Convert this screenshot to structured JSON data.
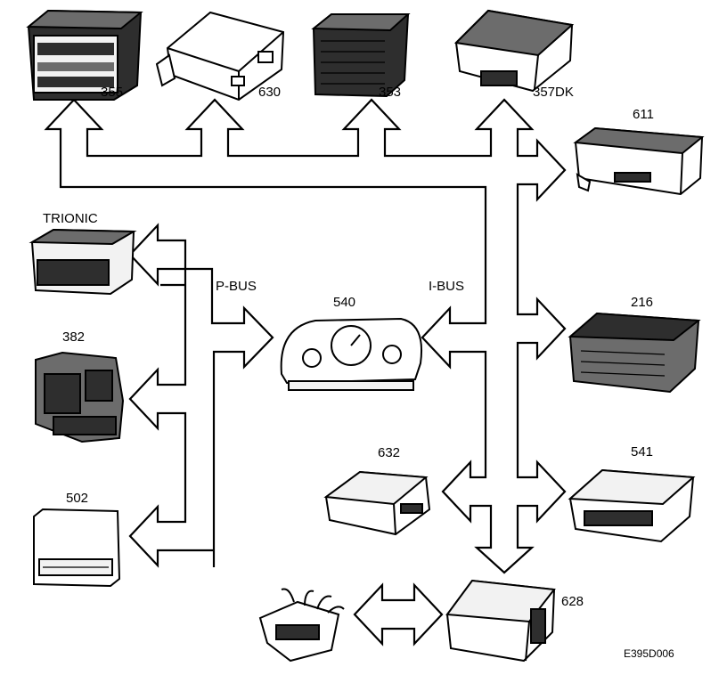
{
  "buses": {
    "p_bus": "P-BUS",
    "i_bus": "I-BUS"
  },
  "modules": {
    "m355": "355",
    "m630": "630",
    "m353": "353",
    "m357dk": "357DK",
    "m611": "611",
    "trionic": "TRIONIC",
    "m382": "382",
    "m502": "502",
    "m540": "540",
    "m216": "216",
    "m632": "632",
    "m541": "541",
    "m628": "628"
  },
  "figure_code": "E395D006"
}
